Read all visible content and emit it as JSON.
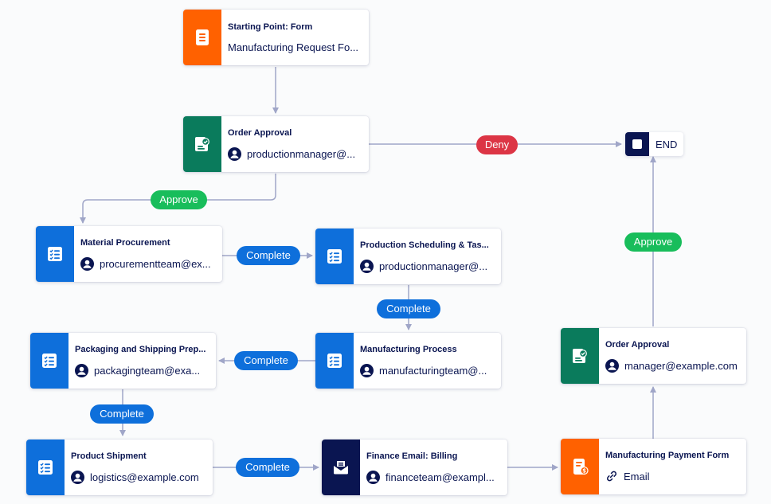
{
  "colors": {
    "form": "#ff6100",
    "approval": "#0a7b5c",
    "task": "#0e6fdb",
    "email": "#0a1551",
    "complete": "#0e6fdb",
    "approve": "#18bd5b",
    "deny": "#dc3545",
    "connector": "#a0a6c8"
  },
  "nodes": {
    "start": {
      "title": "Starting Point: Form",
      "subtitle": "Manufacturing Request Fo...",
      "icon": "form-icon"
    },
    "order_approval": {
      "title": "Order Approval",
      "assignee": "productionmanager@...",
      "icon": "approval-icon"
    },
    "end": {
      "label": "END",
      "icon": "stop-icon"
    },
    "material_procurement": {
      "title": "Material Procurement",
      "assignee": "procurementteam@ex...",
      "icon": "task-list-icon"
    },
    "production_scheduling": {
      "title": "Production Scheduling & Tas...",
      "assignee": "productionmanager@...",
      "icon": "task-list-icon"
    },
    "manufacturing_process": {
      "title": "Manufacturing Process",
      "assignee": "manufacturingteam@...",
      "icon": "task-list-icon"
    },
    "packaging": {
      "title": "Packaging and Shipping Prep...",
      "assignee": "packagingteam@exa...",
      "icon": "task-list-icon"
    },
    "product_shipment": {
      "title": "Product Shipment",
      "assignee": "logistics@example.com",
      "icon": "task-list-icon"
    },
    "finance_email": {
      "title": "Finance Email: Billing",
      "assignee": "financeteam@exampl...",
      "icon": "email-icon"
    },
    "payment_form": {
      "title": "Manufacturing Payment Form",
      "subtitle": "Email",
      "icon": "payment-form-icon"
    },
    "manager_approval": {
      "title": "Order Approval",
      "assignee": "manager@example.com",
      "icon": "approval-icon"
    }
  },
  "edges": {
    "deny": "Deny",
    "approve_1": "Approve",
    "complete_1": "Complete",
    "complete_2": "Complete",
    "complete_3": "Complete",
    "complete_4": "Complete",
    "complete_5": "Complete",
    "approve_2": "Approve"
  }
}
